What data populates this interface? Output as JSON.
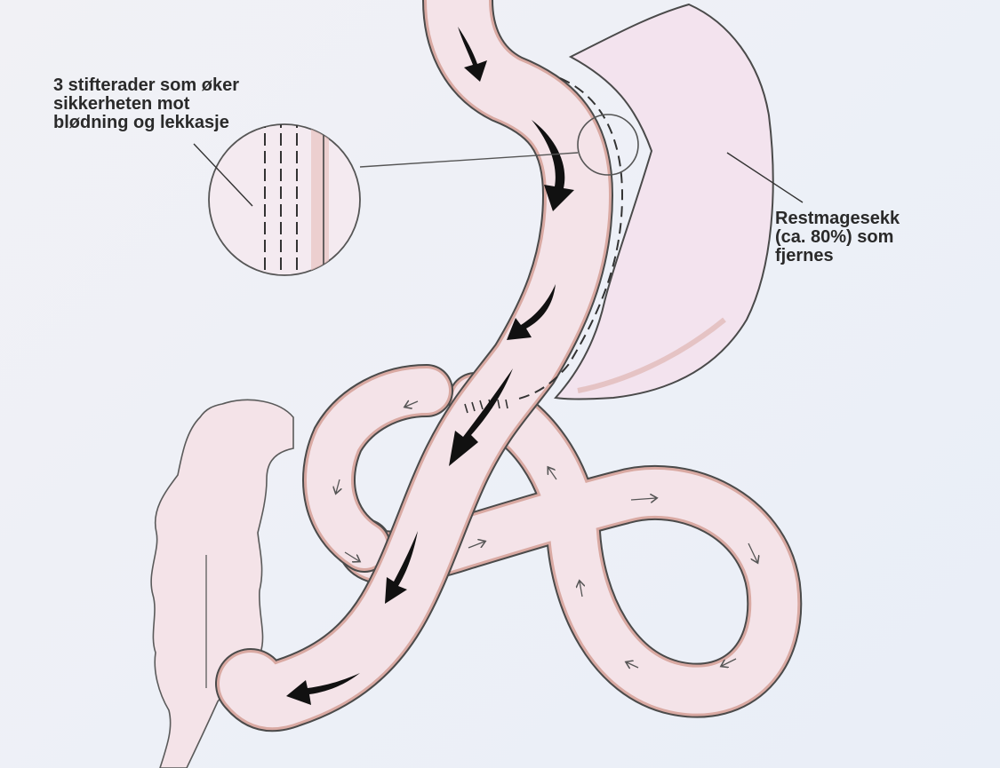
{
  "labels": {
    "staple_rows": {
      "line1": "3 stifterader som øker",
      "line2": "sikkerheten mot",
      "line3": "blødning og lekkasje"
    },
    "remnant_stomach": {
      "line1": "Restmagesekk",
      "line2": "(ca. 80%) som",
      "line3": "fjernes"
    }
  },
  "colors": {
    "tissue_fill": "#f4e3e8",
    "outline": "#4a4a4a",
    "shading": "#d9a9a2",
    "flow_arrow": "#111111"
  },
  "icons": {
    "flow": "curved-arrow",
    "small_flow": "chevron-arrow"
  }
}
